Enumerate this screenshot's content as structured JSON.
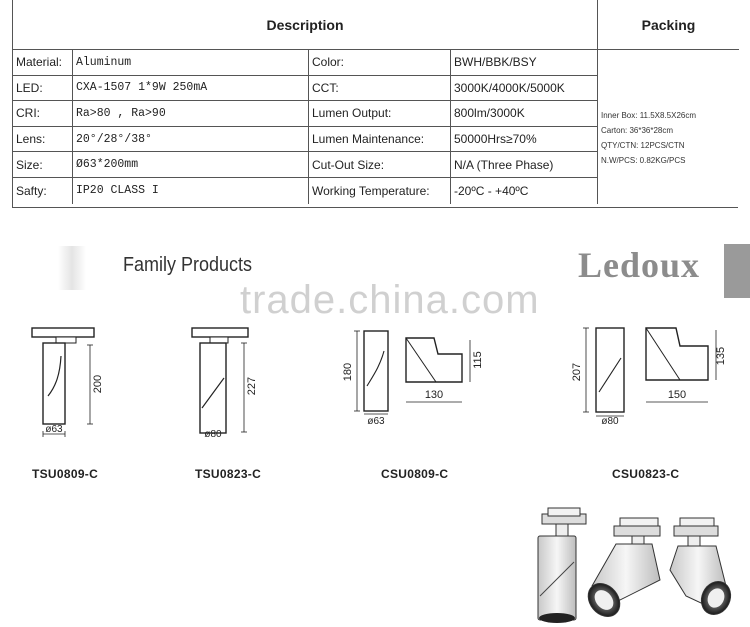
{
  "table": {
    "description_header": "Description",
    "packing_header": "Packing",
    "rows": [
      {
        "label1": "Material:",
        "value1": "Aluminum",
        "label2": "Color:",
        "value2": "BWH/BBK/BSY"
      },
      {
        "label1": "LED:",
        "value1": "CXA-1507 1*9W 250mA",
        "label2": "CCT:",
        "value2": "3000K/4000K/5000K"
      },
      {
        "label1": "CRI:",
        "value1": "Ra>80 , Ra>90",
        "label2": "Lumen Output:",
        "value2": "800lm/3000K"
      },
      {
        "label1": "Lens:",
        "value1": "20°/28°/38°",
        "label2": "Lumen Maintenance:",
        "value2": "50000Hrs≥70%"
      },
      {
        "label1": "Size:",
        "value1": "Ø63*200mm",
        "label2": "Cut-Out Size:",
        "value2": "N/A (Three Phase)"
      },
      {
        "label1": "Safty:",
        "value1": "IP20 CLASS I",
        "label2": "Working Temperature:",
        "value2": " -20ºC - +40ºC"
      }
    ],
    "packing": {
      "inner_box": "Inner Box: 11.5X8.5X26cm",
      "carton": "Carton: 36*36*28cm",
      "qty": "QTY/CTN: 12PCS/CTN",
      "weight": "N.W/PCS: 0.82KG/PCS"
    }
  },
  "family": {
    "title": "Family Products",
    "brand": "Ledoux",
    "watermark": "trade.china.com"
  },
  "products": [
    {
      "code": "TSU0809-C",
      "diameter": "ø63",
      "height": "200"
    },
    {
      "code": "TSU0823-C",
      "diameter": "ø80",
      "height": "227"
    },
    {
      "code": "CSU0809-C",
      "diameter": "ø63",
      "height": "180",
      "width": "130",
      "height2": "115"
    },
    {
      "code": "CSU0823-C",
      "diameter": "ø80",
      "height": "207",
      "width": "150",
      "height2": "135"
    }
  ]
}
